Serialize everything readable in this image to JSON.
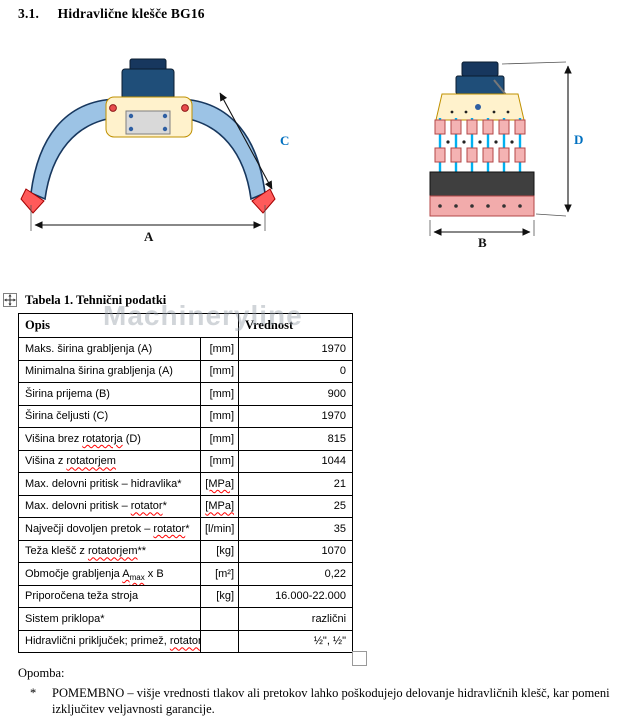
{
  "page": {
    "title_number": "3.1.",
    "title_text": "Hidravlične klešče BG16"
  },
  "figures": {
    "front": {
      "dim_a": "A",
      "dim_c": "C"
    },
    "side": {
      "dim_b": "B",
      "dim_d": "D"
    }
  },
  "table": {
    "caption": "Tabela 1. Tehnični podatki",
    "watermark": "Machineryline",
    "headers": {
      "opis": "Opis",
      "vrednost": "Vrednost"
    },
    "rows": [
      {
        "label": [
          {
            "t": "Maks. širina grabljenja (A)"
          }
        ],
        "unit": "[mm]",
        "value": "1970"
      },
      {
        "label": [
          {
            "t": "Minimalna širina grabljenja (A)"
          }
        ],
        "unit": "[mm]",
        "value": "0"
      },
      {
        "label": [
          {
            "t": "Širina prijema (B)"
          }
        ],
        "unit": "[mm]",
        "value": "900"
      },
      {
        "label": [
          {
            "t": "Širina čeljusti (C)"
          }
        ],
        "unit": "[mm]",
        "value": "1970"
      },
      {
        "label": [
          {
            "t": "Višina brez "
          },
          {
            "t": "rotatorja",
            "wavy": true
          },
          {
            "t": " (D)"
          }
        ],
        "unit": "[mm]",
        "value": "815"
      },
      {
        "label": [
          {
            "t": "Višina z "
          },
          {
            "t": "rotatorjem",
            "wavy": true
          }
        ],
        "unit": "[mm]",
        "value": "1044"
      },
      {
        "label": [
          {
            "t": "Max. delovni pritisk – hidravlika*"
          }
        ],
        "unit": "[MPa]",
        "unit_wavy": true,
        "value": "21"
      },
      {
        "label": [
          {
            "t": "Max. delovni pritisk – "
          },
          {
            "t": "rotator",
            "wavy": true
          },
          {
            "t": "*"
          }
        ],
        "unit": "[MPa]",
        "unit_wavy": true,
        "value": "25"
      },
      {
        "label": [
          {
            "t": "Največji dovoljen pretok – "
          },
          {
            "t": "rotator",
            "wavy": true
          },
          {
            "t": "*"
          }
        ],
        "unit": "[l/min]",
        "value": "35"
      },
      {
        "label": [
          {
            "t": "Teža klešč z "
          },
          {
            "t": "rotatorjem",
            "wavy": true
          },
          {
            "t": "**"
          }
        ],
        "unit": "[kg]",
        "value": "1070"
      },
      {
        "label": [
          {
            "t": "Območje grabljenja "
          },
          {
            "t": "A",
            "wavy": true
          },
          {
            "t": "max",
            "sub": true,
            "wavy": true
          },
          {
            "t": " x B"
          }
        ],
        "unit": "[m²]",
        "value": "0,22"
      },
      {
        "label": [
          {
            "t": "Priporočena teža stroja"
          }
        ],
        "unit": "[kg]",
        "value": "16.000-22.000"
      },
      {
        "label": [
          {
            "t": "Sistem priklopa*"
          }
        ],
        "unit": "",
        "value": "različni"
      },
      {
        "label": [
          {
            "t": "Hidravlični priključek; primež, "
          },
          {
            "t": "rotator",
            "wavy": true
          }
        ],
        "unit": "",
        "value": "½\", ½\""
      }
    ]
  },
  "notes": {
    "heading": "Opomba:",
    "marker": "*",
    "text": "POMEMBNO – višje vrednosti tlakov ali pretokov lahko poškodujejo delovanje hidravličnih klešč, kar pomeni izključitev veljavnosti garancije."
  }
}
